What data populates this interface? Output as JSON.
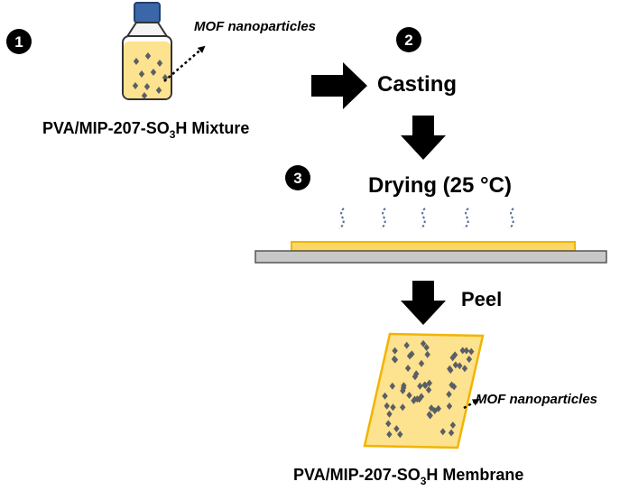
{
  "steps": {
    "step1": "1",
    "step2": "2",
    "step3": "3"
  },
  "labels": {
    "mof_top": "MOF nanoparticles",
    "mixture_prefix": "PVA/MIP-207-SO",
    "mixture_sub": "3",
    "mixture_suffix": "H Mixture",
    "casting": "Casting",
    "drying": "Drying (25 °C)",
    "peel": "Peel",
    "mof_membrane": "MOF nanoparticles",
    "membrane_prefix": "PVA/MIP-207-SO",
    "membrane_sub": "3",
    "membrane_suffix": "H Membrane"
  },
  "colors": {
    "vial_cap": "#3b66a8",
    "liquid": "#fde28f",
    "membrane_fill": "#fde28f",
    "membrane_border": "#f2b400",
    "film": "#fbd76a",
    "plate": "#c8c8c8",
    "vapor": "#4d6e94",
    "particle": "#5a5f66",
    "arrow": "#000000"
  }
}
